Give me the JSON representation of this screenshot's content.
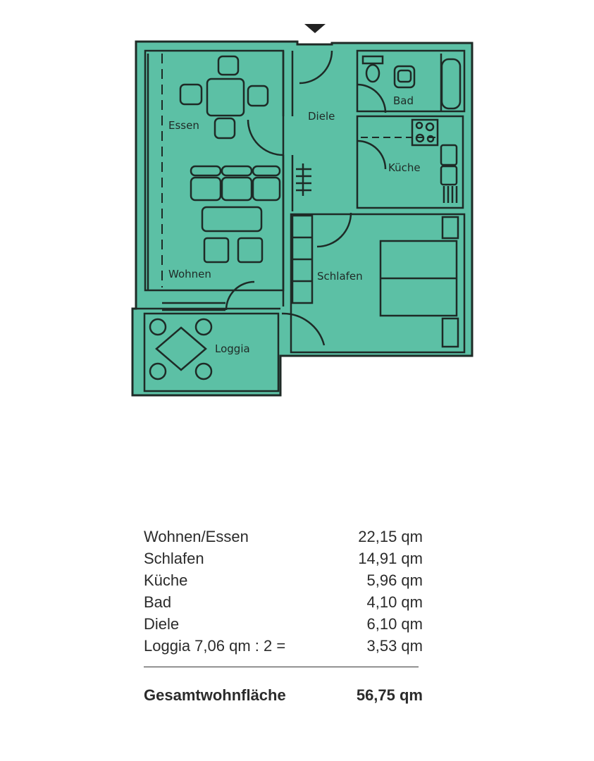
{
  "plan": {
    "fill_color": "#5cc0a5",
    "line_color": "#1e2a26",
    "entrance_marker": "down-triangle",
    "rooms": [
      {
        "id": "essen",
        "label": "Essen"
      },
      {
        "id": "diele",
        "label": "Diele"
      },
      {
        "id": "bad",
        "label": "Bad"
      },
      {
        "id": "kueche",
        "label": "Küche"
      },
      {
        "id": "wohnen",
        "label": "Wohnen"
      },
      {
        "id": "schlafen",
        "label": "Schlafen"
      },
      {
        "id": "loggia",
        "label": "Loggia"
      }
    ]
  },
  "areas": {
    "rows": [
      {
        "label": "Wohnen/Essen",
        "value": "22,15 qm"
      },
      {
        "label": "Schlafen",
        "value": "14,91 qm"
      },
      {
        "label": "Küche",
        "value": "5,96 qm"
      },
      {
        "label": "Bad",
        "value": "4,10 qm"
      },
      {
        "label": "Diele",
        "value": "6,10 qm"
      },
      {
        "label": "Loggia 7,06 qm : 2 =",
        "value": "3,53 qm"
      }
    ],
    "total": {
      "label": "Gesamtwohnfläche",
      "value": "56,75 qm"
    }
  }
}
